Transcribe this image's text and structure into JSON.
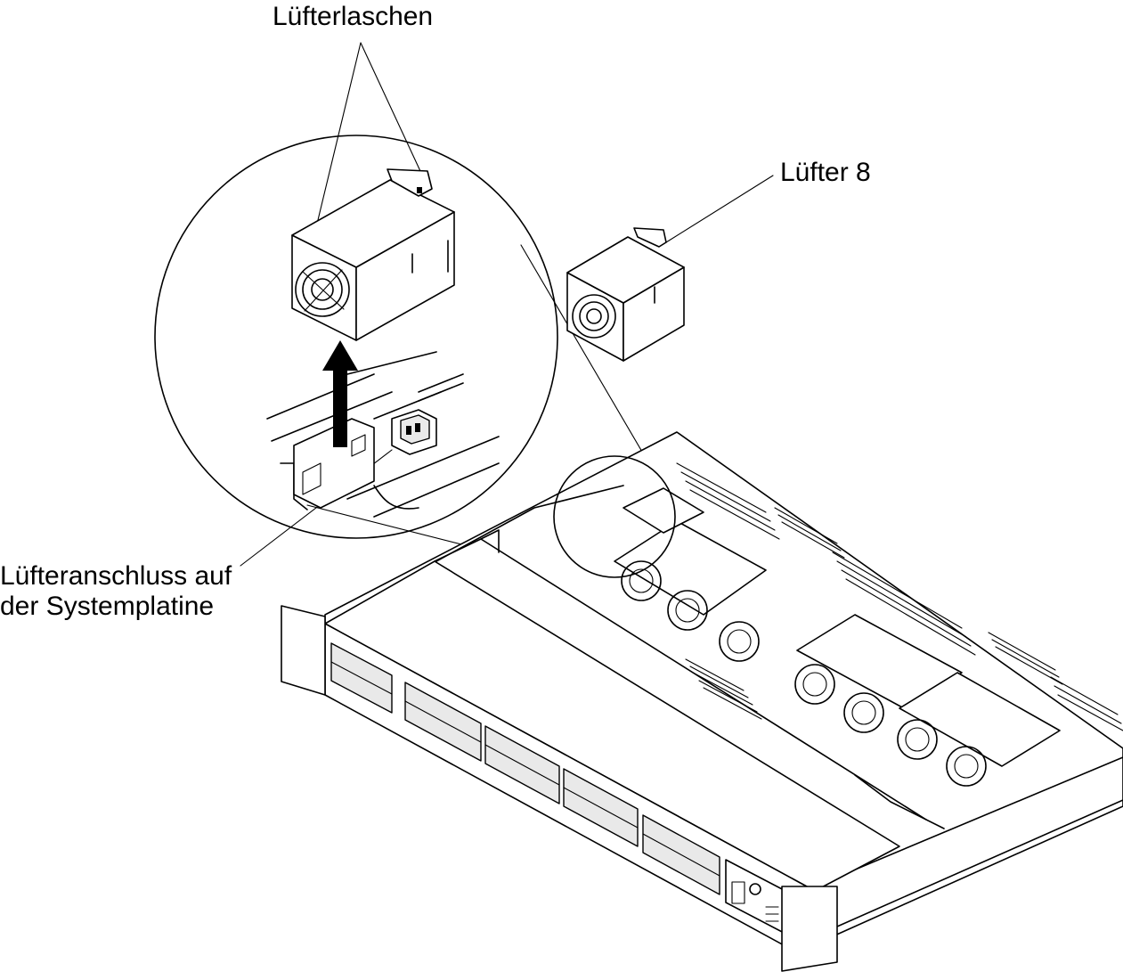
{
  "labels": {
    "fan_tabs": "Lüfterlaschen",
    "fan_8": "Lüfter 8",
    "fan_connector_line1": "Lüfteranschluss auf",
    "fan_connector_line2": "der Systemplatine"
  },
  "icons": {
    "lift_arrow": "arrow-up-icon"
  },
  "colors": {
    "line": "#000000",
    "background": "#ffffff"
  }
}
